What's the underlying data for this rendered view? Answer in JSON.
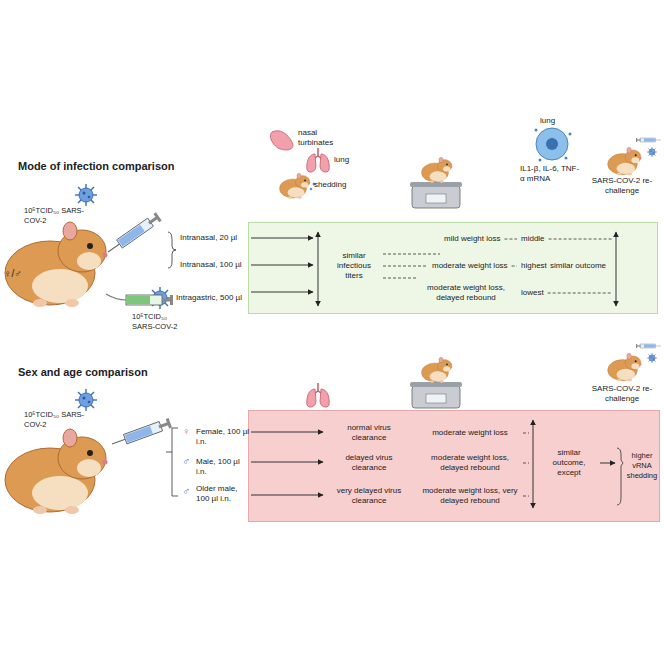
{
  "diagram": {
    "nodes": [
      {
        "text": [
          "similar infectious titers",
          "mild weight loss",
          "moderate weight loss",
          "moderate weight loss, delayed rebound",
          "middle",
          "highest",
          "lowest",
          "similar outcome"
        ]
      },
      {
        "text": [
          "normal virus clearance",
          "delayed virus clearance",
          "very delayed virus clearance",
          "moderate weight loss",
          "moderate weight loss, delayed rebound",
          "moderate weight loss, very delayed rebound",
          "similar outcome, except",
          "higher vRNA shedding"
        ]
      }
    ],
    "labels": [
      "Mode of infection comparison",
      "nasal turbinates",
      "lung",
      "shedding",
      "lung",
      "IL1-β, IL-6, TNF-α mRNA",
      "SARS-COV-2 re-challenge",
      "10⁵TCID₅₀ SARS-COV-2",
      "♀/♂",
      "Intranasal, 20 µl",
      "Intranasal, 100 µl",
      "Intragastric, 500 µl",
      "10⁵TCID₅₀ SARS-COV-2",
      "Sex and age comparison",
      "SARS-COV-2 re-challenge",
      "10⁵TCID₅₀ SARS-COV-2",
      "♀",
      "Female, 100 µl i.n.",
      "♂",
      "Male, 100 µl i.n.",
      "♂",
      "Older male, 100 µl i.n."
    ]
  }
}
